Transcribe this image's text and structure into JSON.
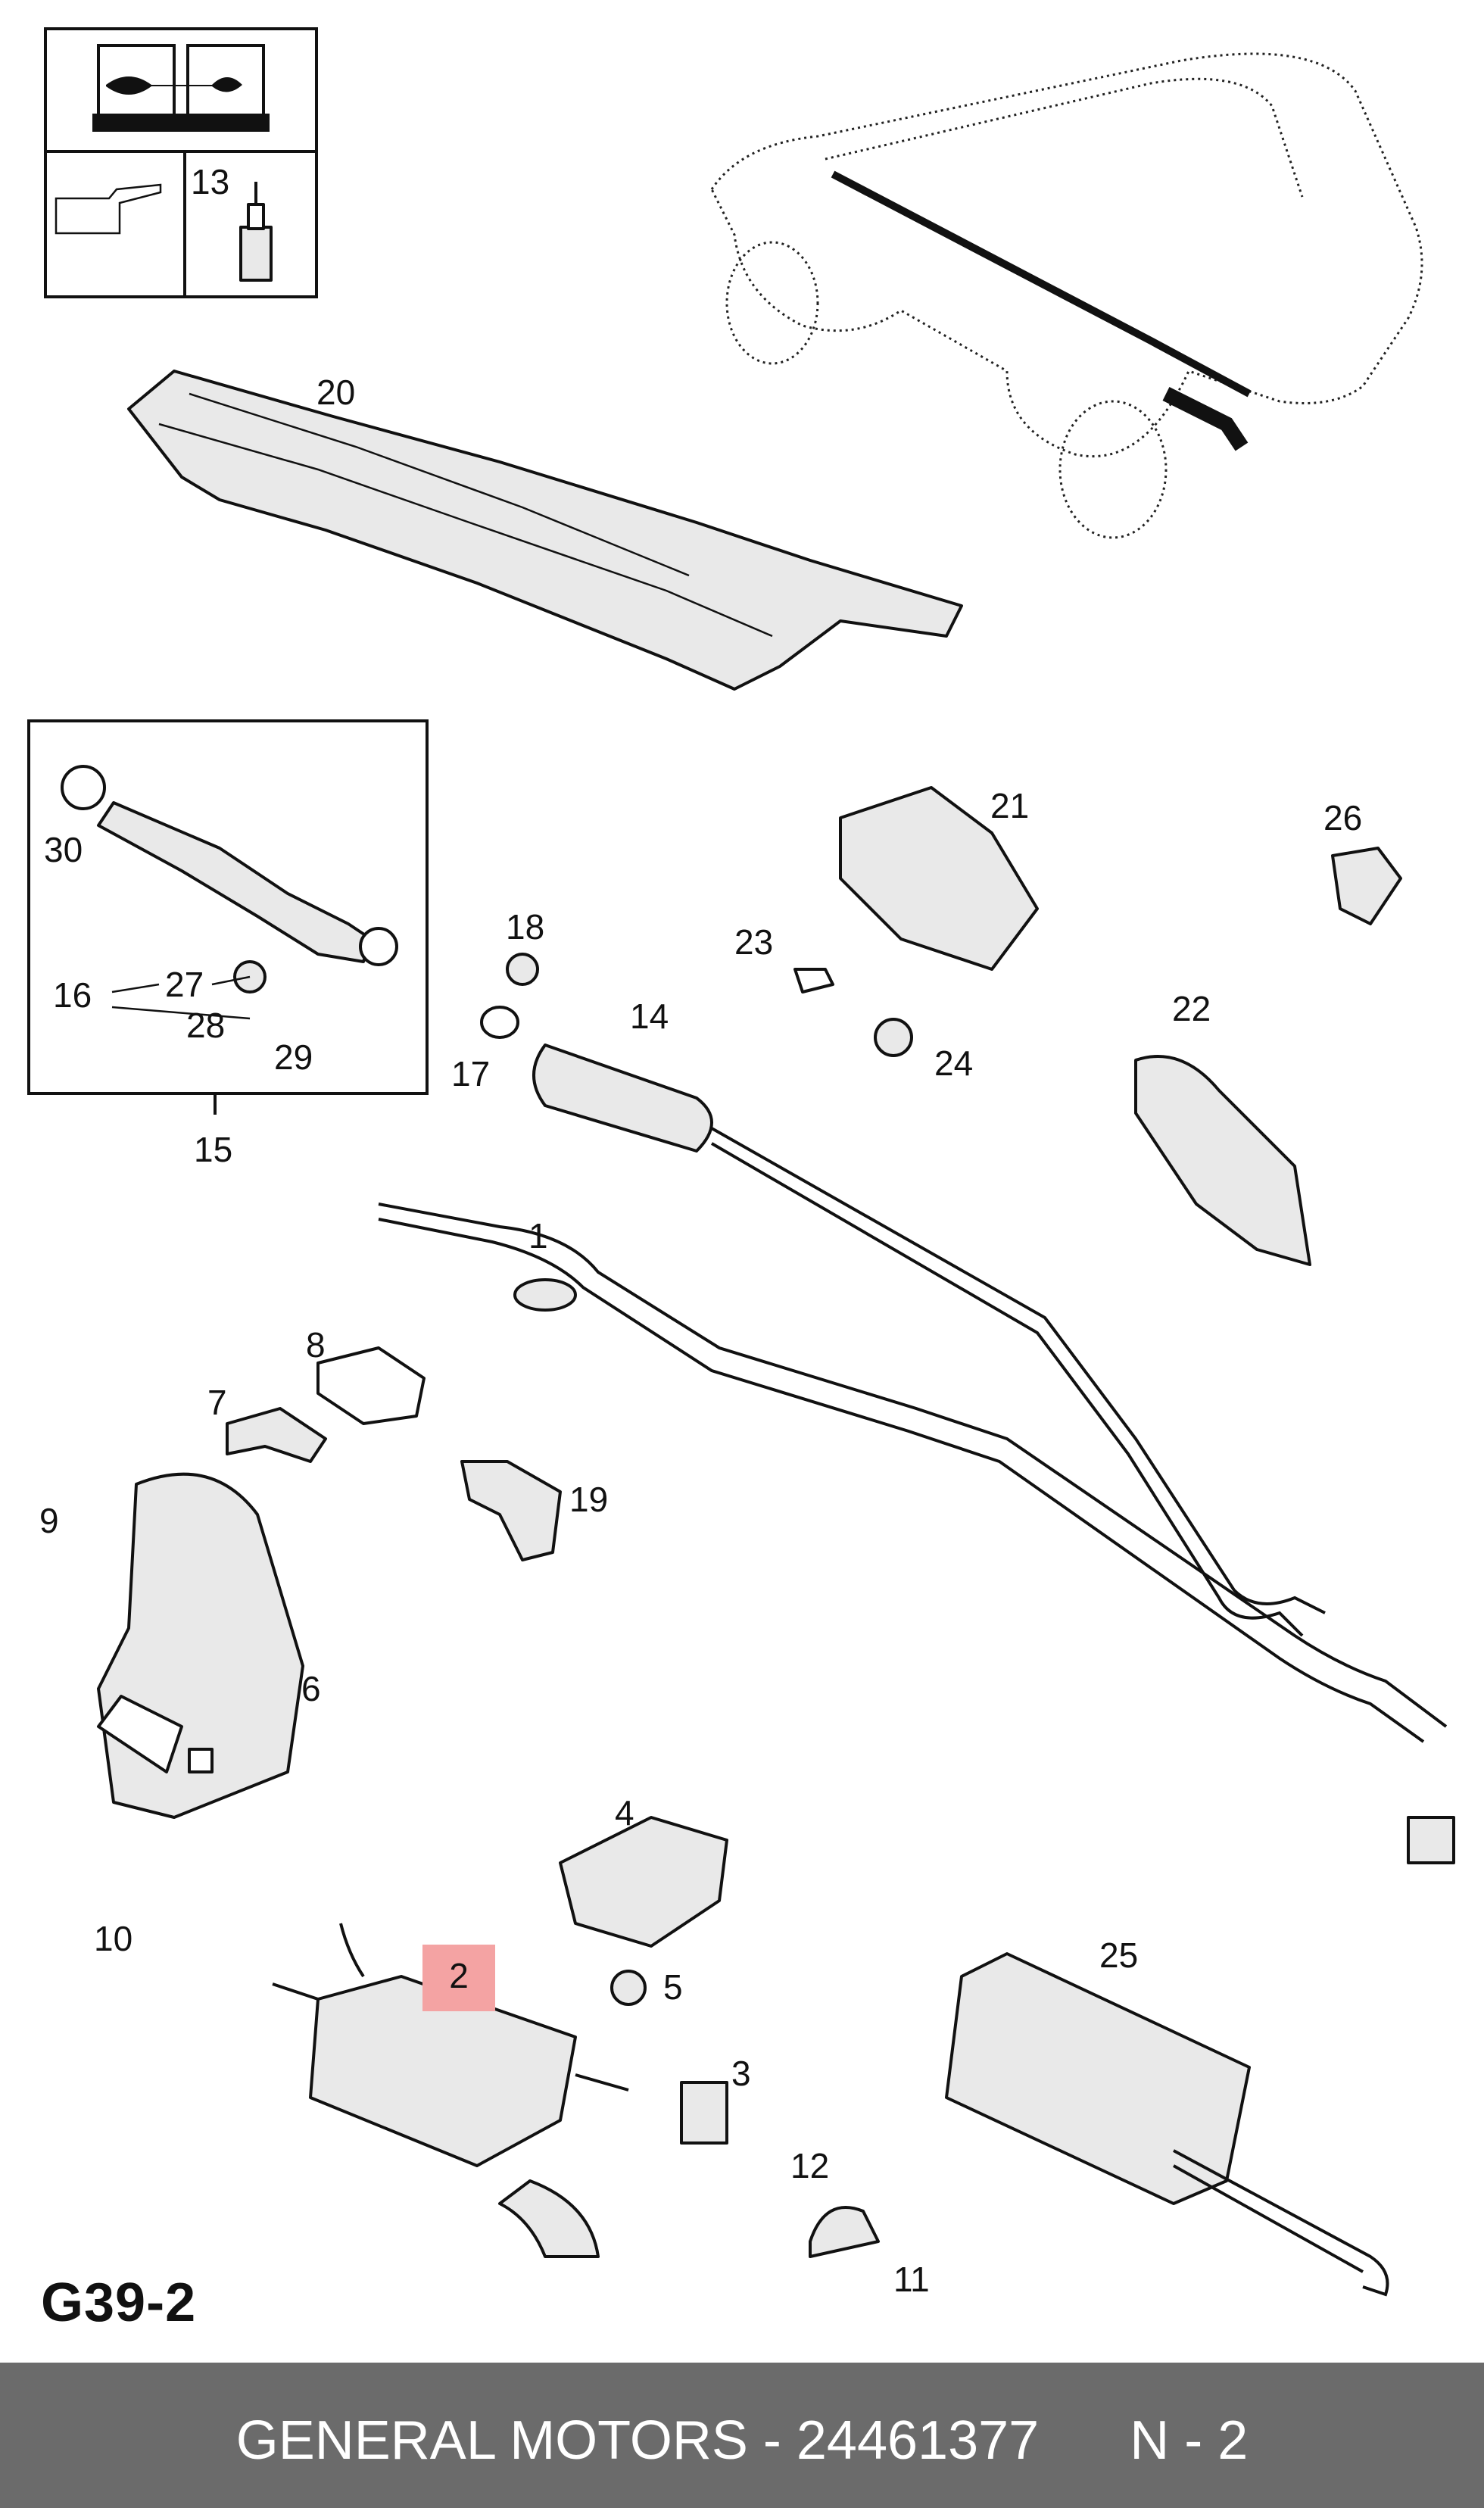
{
  "diagram": {
    "section_code": "G39-2",
    "highlighted_callout": "2",
    "inset_callout": "13",
    "callouts": {
      "c1": "1",
      "c2": "2",
      "c3": "3",
      "c4": "4",
      "c5": "5",
      "c6": "6",
      "c7": "7",
      "c8": "8",
      "c9": "9",
      "c10": "10",
      "c11": "11",
      "c12": "12",
      "c14": "14",
      "c15": "15",
      "c16": "16",
      "c17": "17",
      "c18": "18",
      "c19": "19",
      "c20": "20",
      "c21": "21",
      "c22": "22",
      "c23": "23",
      "c24": "24",
      "c25": "25",
      "c26": "26",
      "c27": "27",
      "c28": "28",
      "c29": "29",
      "c30": "30"
    },
    "highlight_color": "#f4a3a3"
  },
  "footer": {
    "text": "GENERAL MOTORS - 24461377      N - 2",
    "background": "#6b6b6b"
  }
}
